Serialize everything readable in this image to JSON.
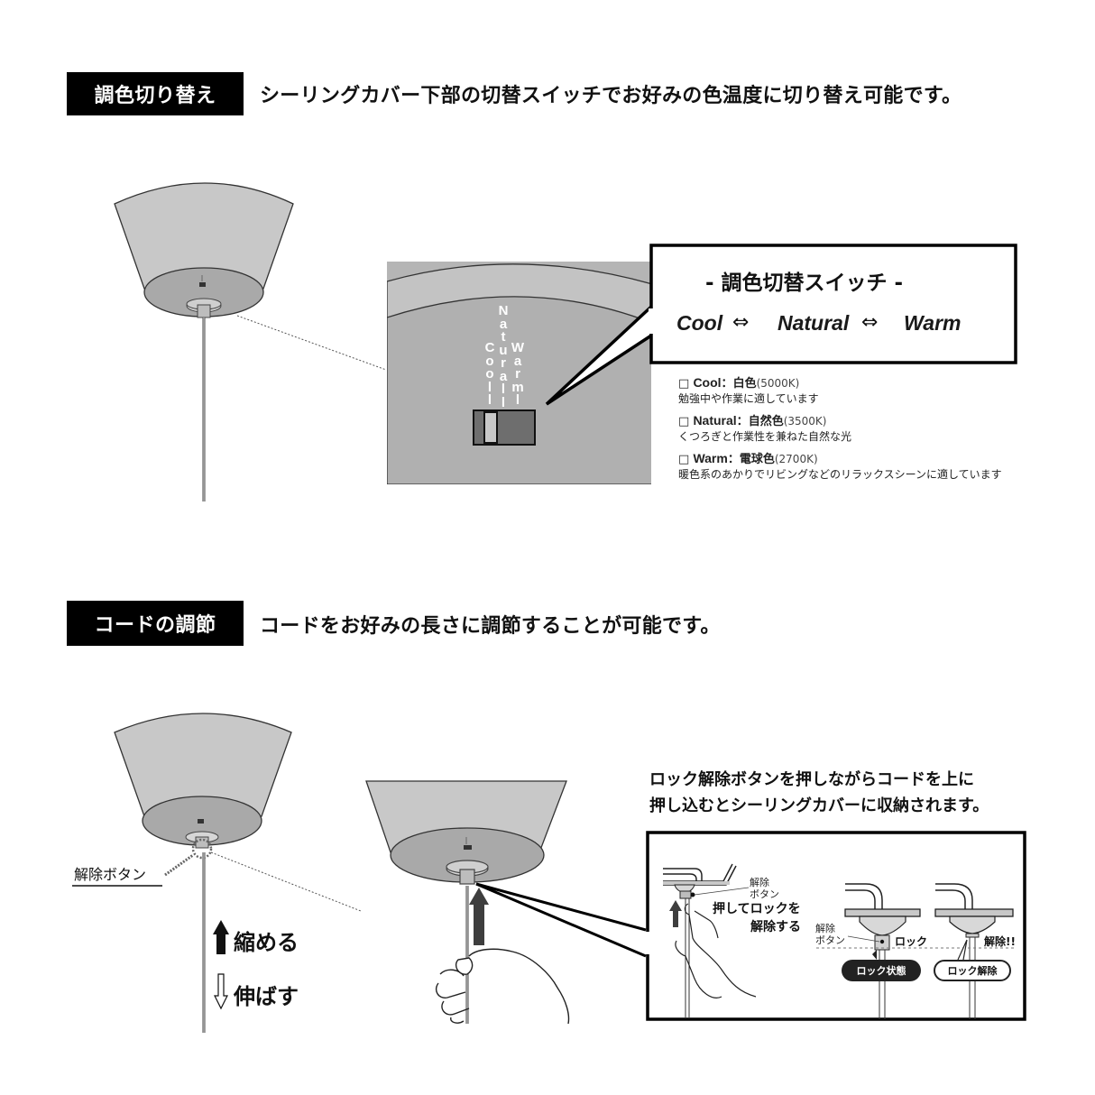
{
  "section1": {
    "tag": "調色切り替え",
    "headline": "シーリングカバー下部の切替スイッチでお好みの色温度に切り替え可能です。",
    "callout": {
      "title": "- 調色切替スイッチ -",
      "modes": [
        "Cool",
        "Natural",
        "Warm"
      ],
      "arrow": "⇔"
    },
    "switch_labels": {
      "cool": [
        "C",
        "o",
        "o",
        "l",
        "l"
      ],
      "natural": [
        "N",
        "a",
        "t",
        "u",
        "r",
        "a",
        "l",
        "l"
      ],
      "warm": [
        "W",
        "a",
        "r",
        "m",
        "l"
      ]
    },
    "modes_info": [
      {
        "checkbox": "□",
        "name": "Cool",
        "sep": "：",
        "color_name": "白色",
        "kelvin": "(5000K)",
        "desc": "勉強中や作業に適しています"
      },
      {
        "checkbox": "□",
        "name": "Natural",
        "sep": "：",
        "color_name": "自然色",
        "kelvin": "(3500K)",
        "desc": "くつろぎと作業性を兼ねた自然な光"
      },
      {
        "checkbox": "□",
        "name": "Warm",
        "sep": "：",
        "color_name": "電球色",
        "kelvin": "(2700K)",
        "desc": "暖色系のあかりでリビングなどのリラックスシーンに適しています"
      }
    ]
  },
  "section2": {
    "tag": "コードの調節",
    "headline": "コードをお好みの長さに調節することが可能です。",
    "release_button_label": "解除ボタン",
    "shorten_label": "縮める",
    "extend_label": "伸ばす",
    "instruction_line1": "ロック解除ボタンを押しながらコードを上に",
    "instruction_line2": "押し込むとシーリングカバーに収納されます。",
    "detail": {
      "release_button_small_1": "解除",
      "release_button_small_2": "ボタン",
      "push_text_1": "押してロックを",
      "push_text_2": "解除する",
      "lock_label": "ロック",
      "released_label": "解除!!",
      "locked_state_badge": "ロック状態",
      "unlocked_badge": "ロック解除"
    }
  },
  "colors": {
    "tag_bg": "#000000",
    "shade_gray": "#c8c8c8",
    "shade_bottom": "#a9a9a9",
    "zoom_panel": "#b3b3b3",
    "switch_dark": "#6e6e6e",
    "switch_light": "#c8c8c8",
    "text": "#111111"
  }
}
